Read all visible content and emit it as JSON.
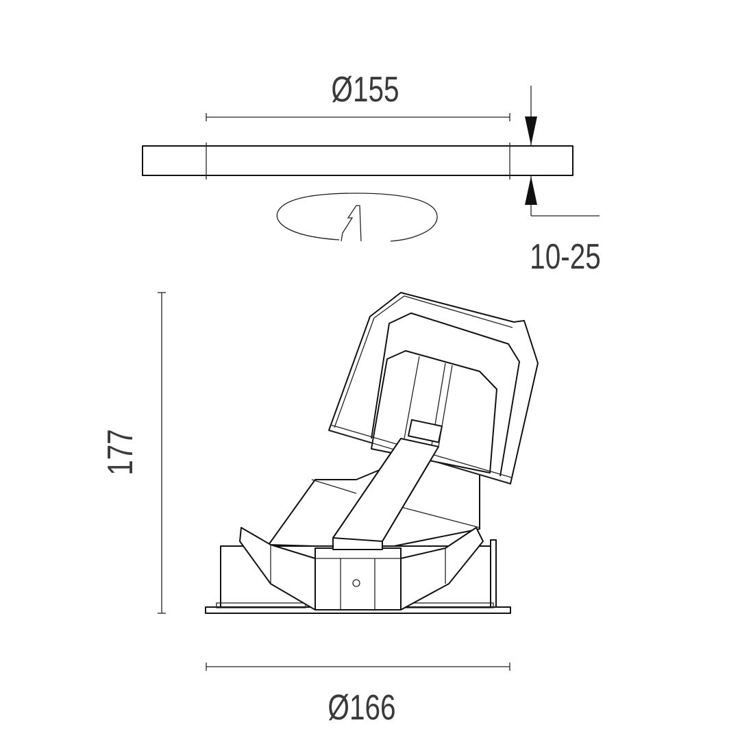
{
  "drawing": {
    "dimensions": {
      "top_diameter": "Ø155",
      "trim_height": "10-25",
      "total_height": "177",
      "bottom_diameter": "Ø166"
    },
    "line_color": "#111111",
    "text_color": "#3a3a3a"
  }
}
